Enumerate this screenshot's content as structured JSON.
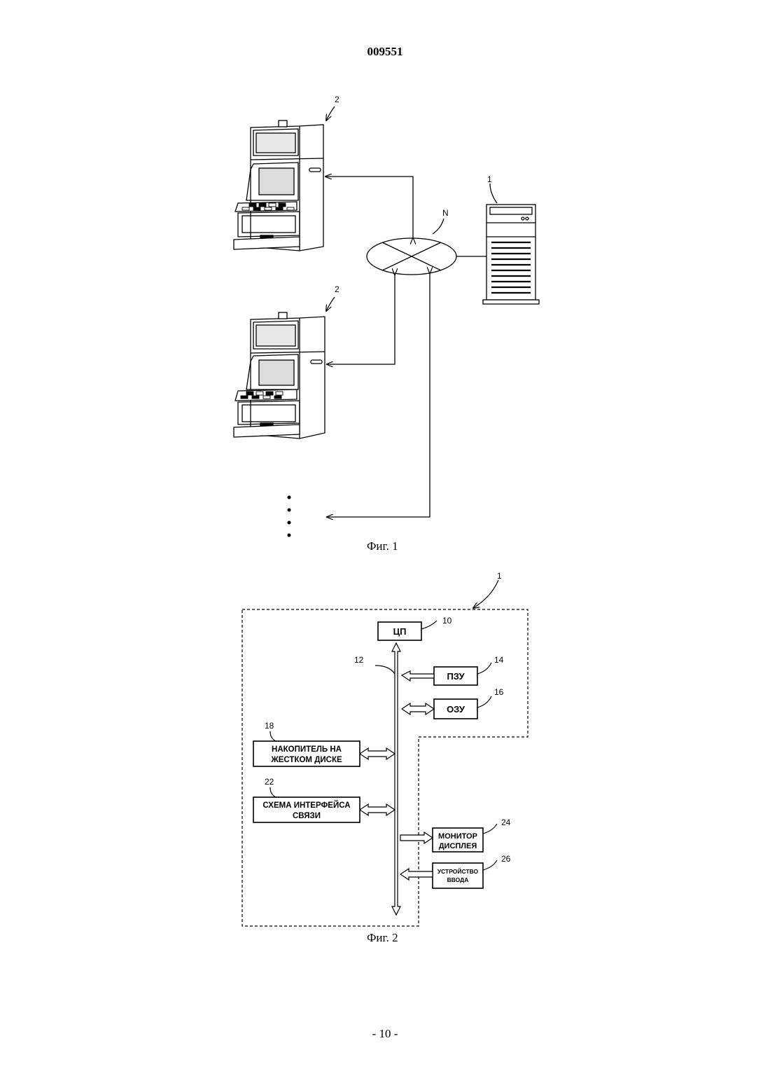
{
  "document": {
    "number": "009551",
    "page_number": "- 10 -"
  },
  "figure1": {
    "caption": "Фиг. 1",
    "labels": {
      "machine_top": "2",
      "machine_bottom": "2",
      "server": "1",
      "network": "N"
    }
  },
  "figure2": {
    "caption": "Фиг. 2",
    "labels": {
      "enclosure": "1",
      "cpu_ref": "10",
      "bus_ref": "12",
      "rom_ref": "14",
      "ram_ref": "16",
      "hdd_ref": "18",
      "comm_ref": "22",
      "monitor_ref": "24",
      "input_ref": "26"
    },
    "blocks": {
      "cpu": "ЦП",
      "rom": "ПЗУ",
      "ram": "ОЗУ",
      "hdd_line1": "НАКОПИТЕЛЬ НА",
      "hdd_line2": "ЖЕСТКОМ ДИСКЕ",
      "comm_line1": "СХЕМА ИНТЕРФЕЙСА",
      "comm_line2": "СВЯЗИ",
      "monitor_line1": "МОНИТОР",
      "monitor_line2": "ДИСПЛЕЯ",
      "input_line1": "УСТРОЙСТВО",
      "input_line2": "ВВОДА"
    }
  }
}
